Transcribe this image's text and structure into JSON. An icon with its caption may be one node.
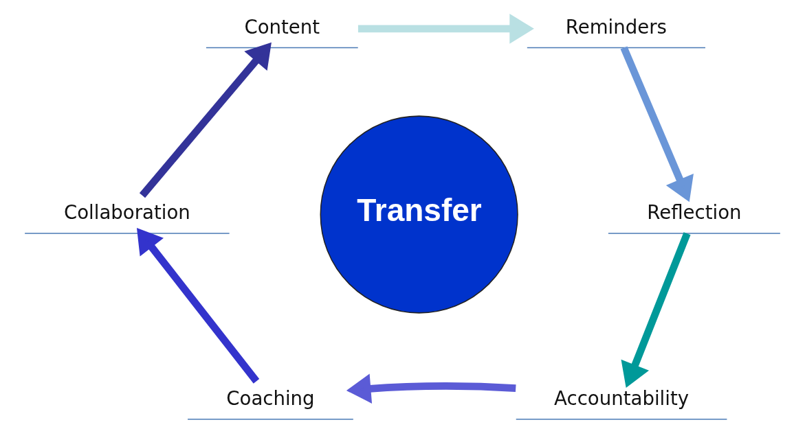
{
  "diagram": {
    "nodes": [
      {
        "text": [
          "Content"
        ]
      },
      {
        "text": [
          "Reminders"
        ]
      },
      {
        "text": [
          "Collaboration"
        ]
      },
      {
        "text": [
          "Transfer"
        ]
      },
      {
        "text": [
          "Reflection"
        ]
      },
      {
        "text": [
          "Coaching"
        ]
      },
      {
        "text": [
          "Accountability"
        ]
      }
    ],
    "edges": [
      {
        "from": 0,
        "to": 1,
        "arrow": "to",
        "color": "#b9e0e3"
      },
      {
        "from": 1,
        "to": 4,
        "arrow": "to",
        "color": "#6a96d8"
      },
      {
        "from": 4,
        "to": 6,
        "arrow": "to",
        "color": "#009999"
      },
      {
        "from": 6,
        "to": 5,
        "arrow": "to",
        "color": "#5b5bd6"
      },
      {
        "from": 5,
        "to": 2,
        "arrow": "to",
        "color": "#3333cc"
      },
      {
        "from": 2,
        "to": 0,
        "arrow": "to",
        "color": "#333399"
      }
    ]
  }
}
